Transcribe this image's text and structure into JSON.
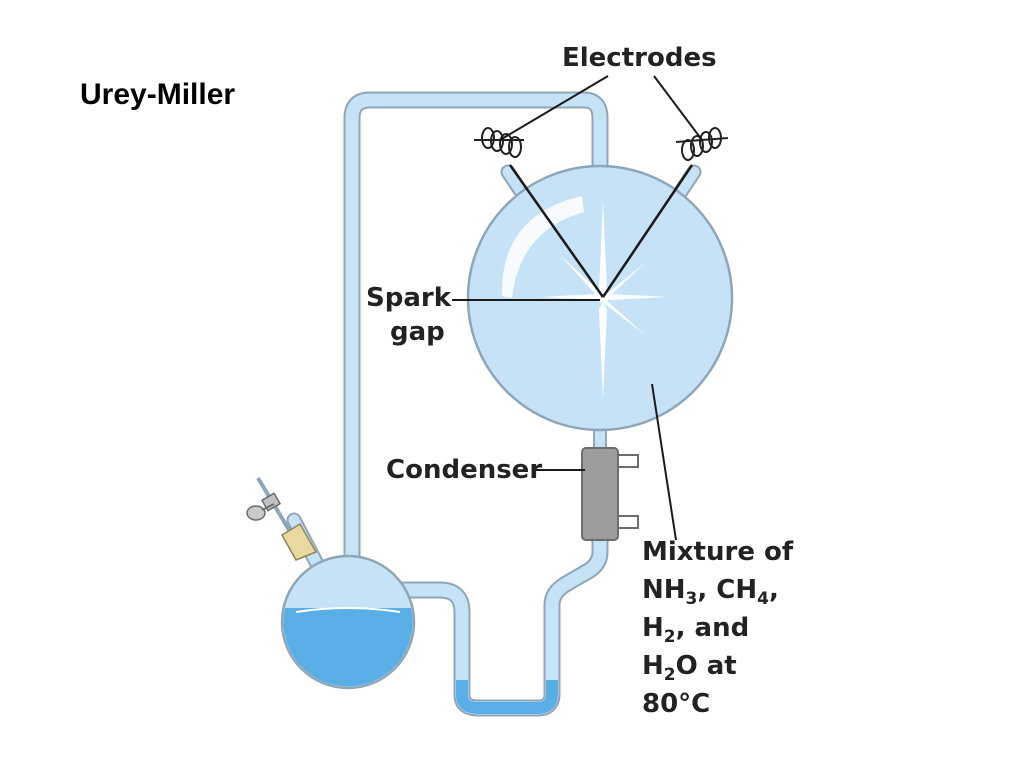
{
  "title": "Urey-Miller",
  "labels": {
    "electrodes": "Electrodes",
    "spark_line1": "Spark",
    "spark_line2": "gap",
    "condenser": "Condenser",
    "mixture": {
      "line1": "Mixture of",
      "l2_a": "NH",
      "l2_a_sub": "3",
      "l2_b": ", CH",
      "l2_b_sub": "4",
      "l2_c": ",",
      "l3_a": "H",
      "l3_a_sub": "2",
      "l3_b": ", and",
      "l4_a": "H",
      "l4_a_sub": "2",
      "l4_b": "O at",
      "line5": "80°C"
    }
  },
  "colors": {
    "glass_fill": "#c6e2f7",
    "glass_edge": "#8fa5b8",
    "water": "#5aaee6",
    "condenser": "#9a9c9e",
    "stopper": "#e8d9a0",
    "leader": "#1a1a1a"
  }
}
